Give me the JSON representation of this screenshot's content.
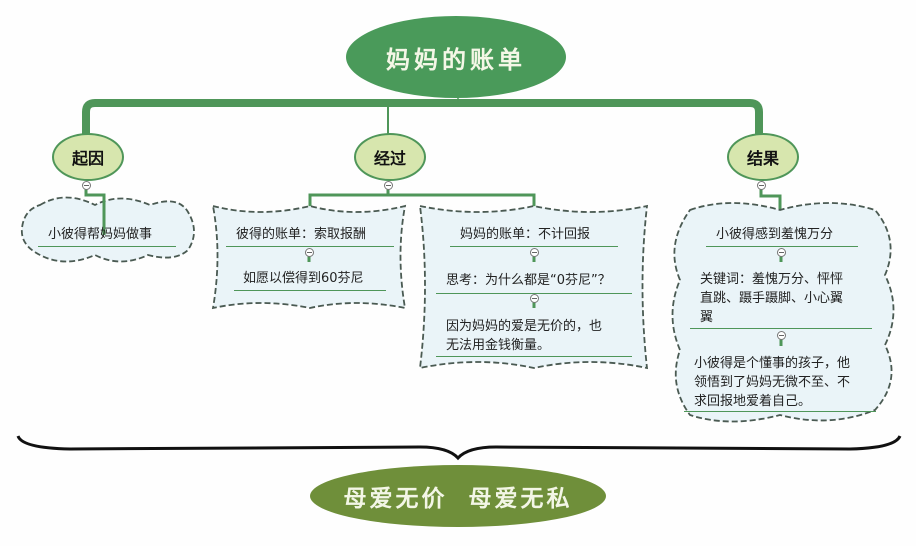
{
  "diagram": {
    "title": "妈妈的账单",
    "colors": {
      "root_fill": "#4a9a5a",
      "branch_fill": "#d7e6ae",
      "branch_border": "#4f9659",
      "connector": "#4f9659",
      "cloud_fill": "#eaf4f8",
      "cloud_border": "#4a5a52",
      "summary_fill": "#6f8f3a"
    },
    "branches": [
      {
        "label": "起因",
        "items": [
          "小彼得帮妈妈做事"
        ]
      },
      {
        "label": "经过",
        "groups": [
          {
            "items": [
              "彼得的账单：索取报酬",
              "如愿以偿得到60芬尼"
            ]
          },
          {
            "items": [
              "妈妈的账单：不计回报",
              "思考：为什么都是“0芬尼”？",
              "因为妈妈的爱是无价的，也",
              "无法用金钱衡量。"
            ]
          }
        ]
      },
      {
        "label": "结果",
        "items": [
          "小彼得感到羞愧万分",
          "关键词：羞愧万分、怦怦",
          "直跳、蹑手蹑脚、小心翼",
          "翼",
          "小彼得是个懂事的孩子，他",
          "领悟到了妈妈无微不至、不",
          "求回报地爱着自己。"
        ]
      }
    ],
    "summary": "母爱无价 母爱无私"
  }
}
